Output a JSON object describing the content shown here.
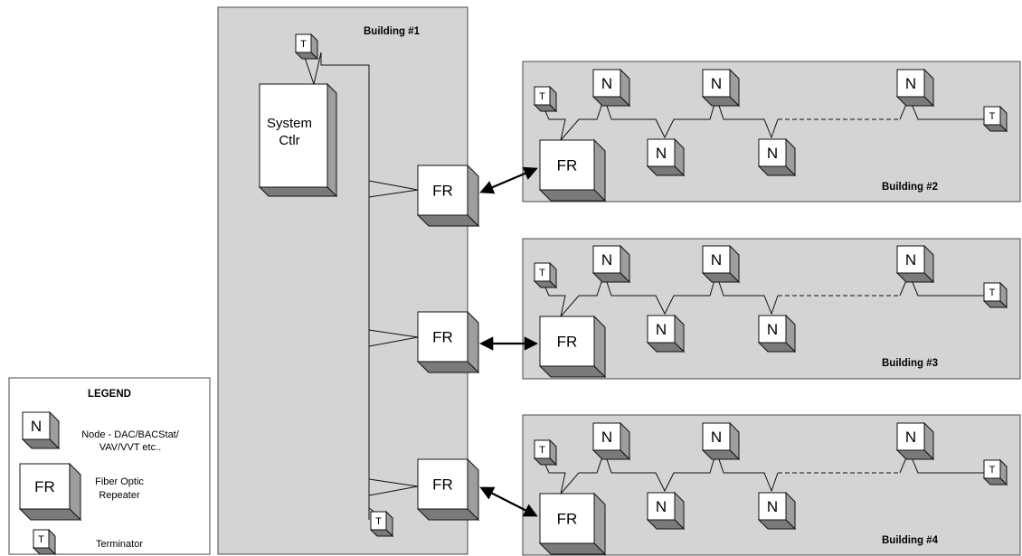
{
  "buildings": {
    "b1": "Building #1",
    "b2": "Building #2",
    "b3": "Building #3",
    "b4": "Building #4"
  },
  "system_ctlr": [
    "System",
    "Ctlr"
  ],
  "labels": {
    "fr": "FR",
    "node": "N",
    "term": "T"
  },
  "legend": {
    "title": "LEGEND",
    "node_lines": [
      "Node - DAC/BACStat/",
      "VAV/VVT etc.."
    ],
    "repeater_lines": [
      "Fiber Optic",
      "Repeater"
    ],
    "terminator": "Terminator"
  }
}
